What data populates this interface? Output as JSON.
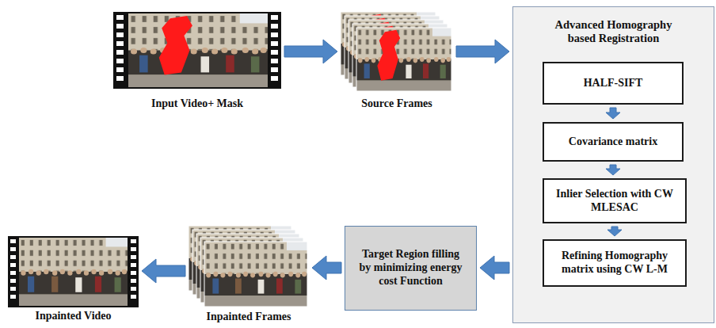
{
  "diagram": {
    "nodes": [
      {
        "text": [
          "Input Video+ Mask"
        ]
      },
      {
        "text": [
          "Source Frames"
        ]
      },
      {
        "text": [
          "Advanced Homography based Registration"
        ]
      },
      {
        "text": [
          "HALF-SIFT"
        ],
        "in": 2
      },
      {
        "text": [
          "Covariance matrix"
        ],
        "in": 2
      },
      {
        "text": [
          "Inlier Selection with CW MLESAC"
        ],
        "in": 2
      },
      {
        "text": [
          "Refining Homography matrix using CW L-M"
        ],
        "in": 2
      },
      {
        "text": [
          "Target Region filling by minimizing energy cost Function"
        ]
      },
      {
        "text": [
          "Inpainted Frames"
        ]
      },
      {
        "text": [
          "Inpainted Video"
        ]
      }
    ],
    "edges": [
      {
        "from": 0,
        "to": 1,
        "arrow": "to"
      },
      {
        "from": 1,
        "to": 2,
        "arrow": "to"
      },
      {
        "from": 3,
        "to": 4,
        "arrow": "to"
      },
      {
        "from": 4,
        "to": 5,
        "arrow": "to"
      },
      {
        "from": 5,
        "to": 6,
        "arrow": "to"
      },
      {
        "from": 2,
        "to": 7,
        "arrow": "to"
      },
      {
        "from": 7,
        "to": 8,
        "arrow": "to"
      },
      {
        "from": 8,
        "to": 9,
        "arrow": "to"
      }
    ]
  }
}
